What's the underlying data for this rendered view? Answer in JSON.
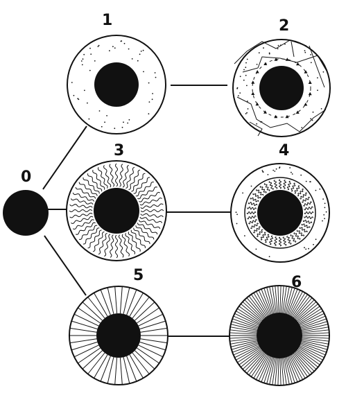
{
  "diagram": {
    "colors": {
      "ink": "#111111",
      "paper": "#ffffff"
    },
    "nodes": [
      {
        "id": "0",
        "label": "0",
        "shell": "none"
      },
      {
        "id": "1",
        "label": "1",
        "shell": "dotted"
      },
      {
        "id": "2",
        "label": "2",
        "shell": "fractured-dotted"
      },
      {
        "id": "3",
        "label": "3",
        "shell": "wavy-radial"
      },
      {
        "id": "4",
        "label": "4",
        "shell": "wavy-inner-dotted-outer"
      },
      {
        "id": "5",
        "label": "5",
        "shell": "sparse-radial-lines"
      },
      {
        "id": "6",
        "label": "6",
        "shell": "dense-radial-lines"
      }
    ],
    "connections": [
      {
        "from": "0",
        "to": "1"
      },
      {
        "from": "0",
        "to": "3"
      },
      {
        "from": "0",
        "to": "5"
      },
      {
        "from": "1",
        "to": "2"
      },
      {
        "from": "3",
        "to": "4"
      },
      {
        "from": "5",
        "to": "6"
      }
    ]
  }
}
